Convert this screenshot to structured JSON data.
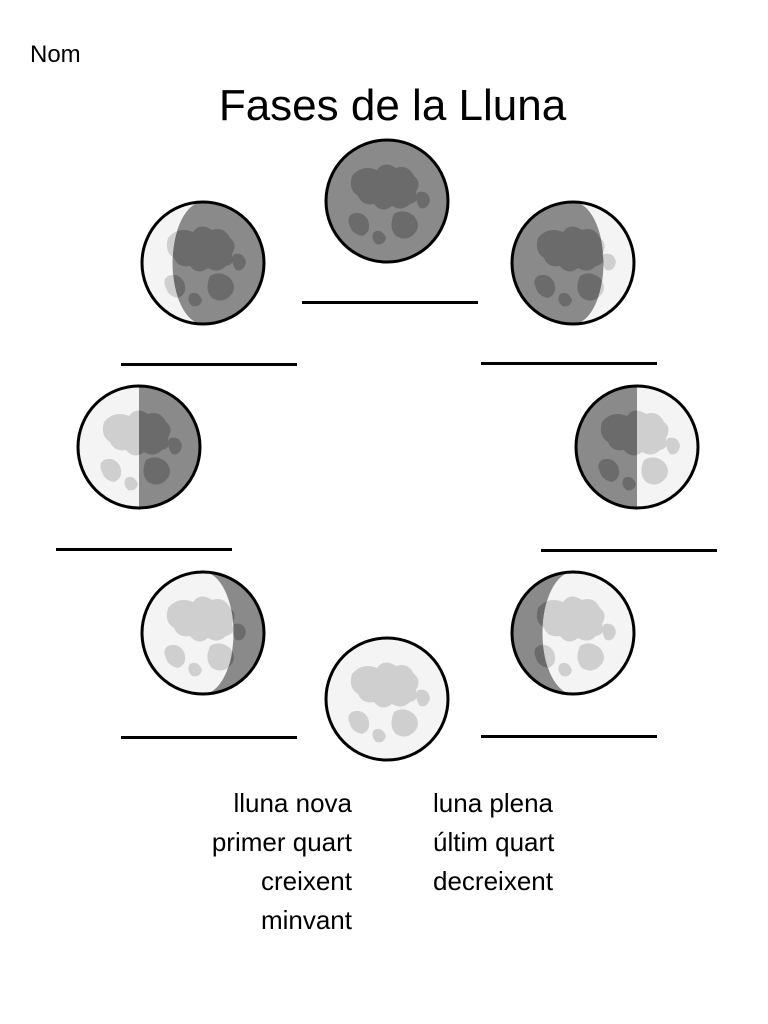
{
  "worksheet": {
    "name_label": "Nom",
    "title": "Fases de la Lluna",
    "moons": [
      {
        "phase": "new-moon",
        "lit_side": "none",
        "lit_fraction": 0.0
      },
      {
        "phase": "waxing-crescent",
        "lit_side": "right",
        "lit_fraction": 0.25
      },
      {
        "phase": "first-quarter",
        "lit_side": "right",
        "lit_fraction": 0.5
      },
      {
        "phase": "waxing-gibbous",
        "lit_side": "right",
        "lit_fraction": 0.75
      },
      {
        "phase": "full-moon",
        "lit_side": "full",
        "lit_fraction": 1.0
      },
      {
        "phase": "waning-gibbous",
        "lit_side": "left",
        "lit_fraction": 0.75
      },
      {
        "phase": "last-quarter",
        "lit_side": "left",
        "lit_fraction": 0.5
      },
      {
        "phase": "waning-crescent",
        "lit_side": "left",
        "lit_fraction": 0.25
      }
    ],
    "word_bank": {
      "left": [
        "lluna nova",
        "primer quart",
        "creixent",
        "minvant"
      ],
      "right": [
        "luna plena",
        "últim quart",
        "decreixent"
      ]
    },
    "colors": {
      "dark_disc": "#8a8a8a",
      "dark_craters": "#6b6b6b",
      "lit_disc": "#f4f4f4",
      "lit_craters": "#cfcfcf",
      "outline": "#000000"
    }
  }
}
